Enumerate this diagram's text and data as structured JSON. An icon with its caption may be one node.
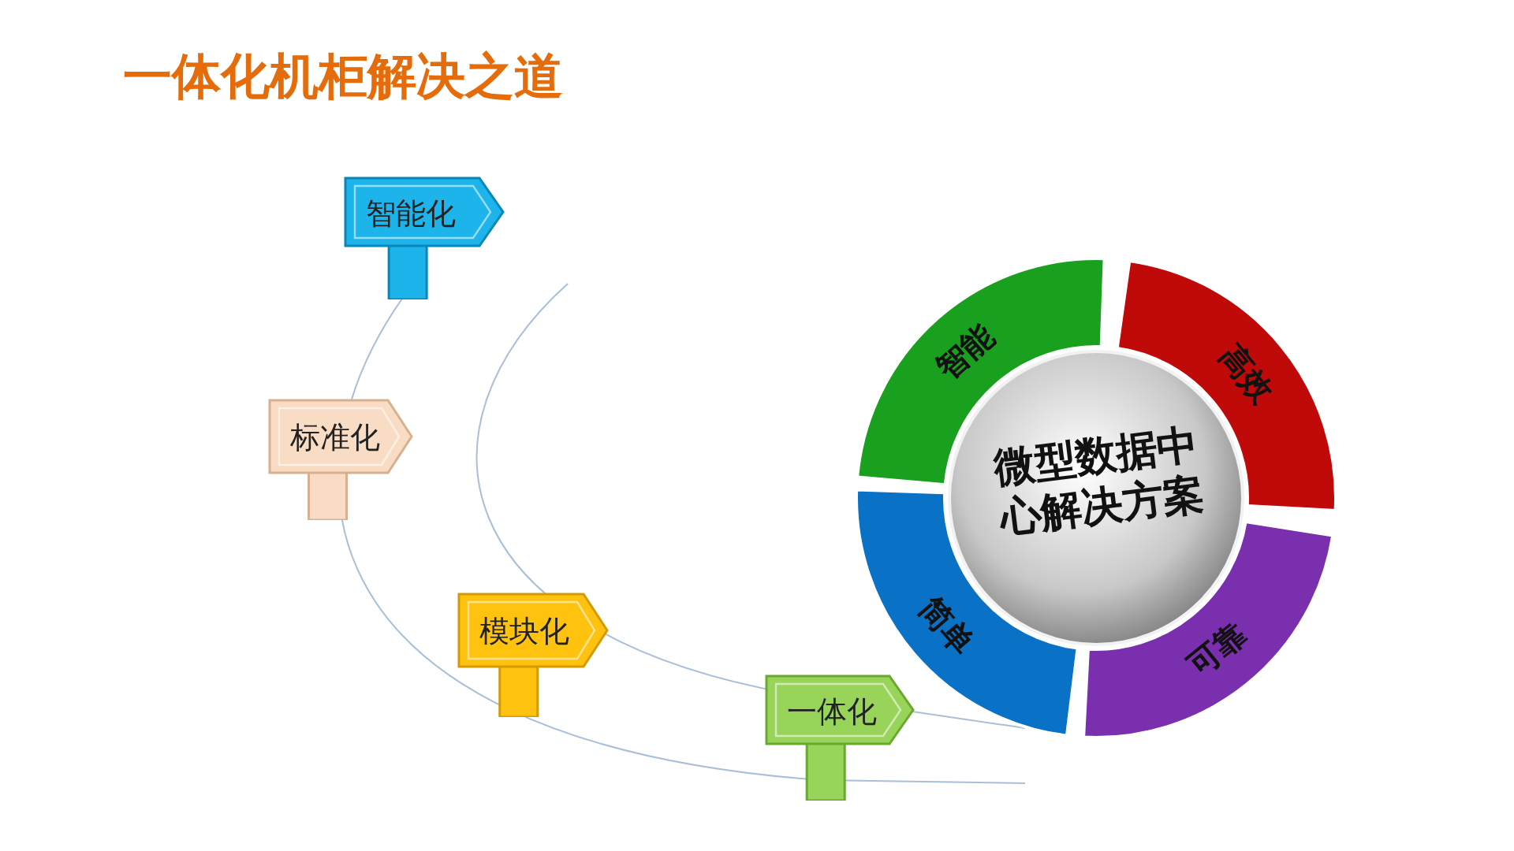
{
  "diagram": {
    "title": "一体化机柜解决之道",
    "nodes": [
      {
        "text": [
          "智能化"
        ]
      },
      {
        "text": [
          "标准化"
        ]
      },
      {
        "text": [
          "模块化"
        ]
      },
      {
        "text": [
          "一体化"
        ]
      },
      {
        "text": [
          "微型数据中心解决方案"
        ]
      },
      {
        "text": [
          "智能"
        ]
      },
      {
        "text": [
          "高效"
        ]
      },
      {
        "text": [
          "简单"
        ]
      },
      {
        "text": [
          "可靠"
        ]
      }
    ]
  }
}
